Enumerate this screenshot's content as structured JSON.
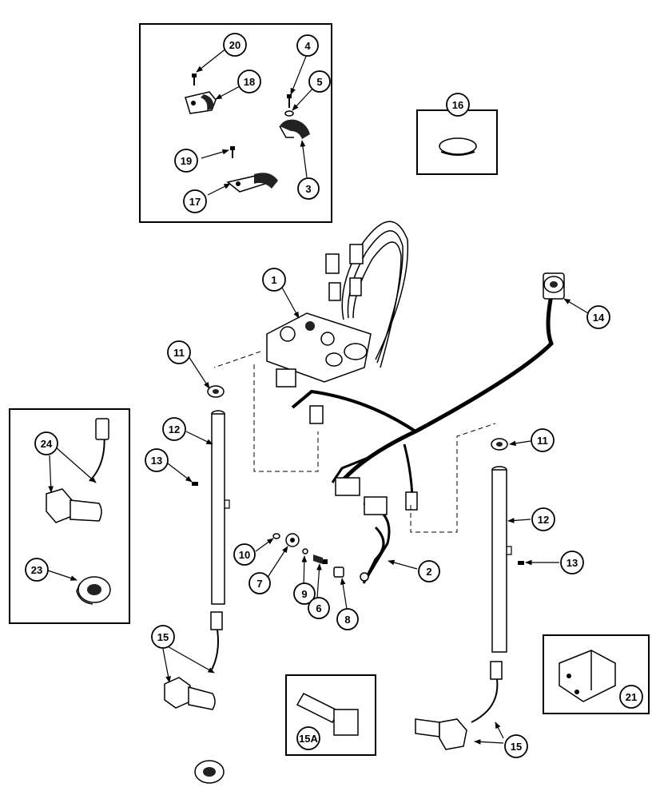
{
  "callouts": {
    "c1": "1",
    "c2": "2",
    "c3": "3",
    "c4": "4",
    "c5": "5",
    "c6": "6",
    "c7": "7",
    "c8": "8",
    "c9": "9",
    "c10": "10",
    "c11a": "11",
    "c11b": "11",
    "c12a": "12",
    "c12b": "12",
    "c13a": "13",
    "c13b": "13",
    "c14": "14",
    "c15a": "15",
    "c15b": "15",
    "c15A": "15A",
    "c16": "16",
    "c17": "17",
    "c18": "18",
    "c19": "19",
    "c20": "20",
    "c21": "21",
    "c23": "23",
    "c24": "24"
  },
  "colors": {
    "ink": "#000000",
    "paper": "#ffffff",
    "shade": "#444444"
  }
}
